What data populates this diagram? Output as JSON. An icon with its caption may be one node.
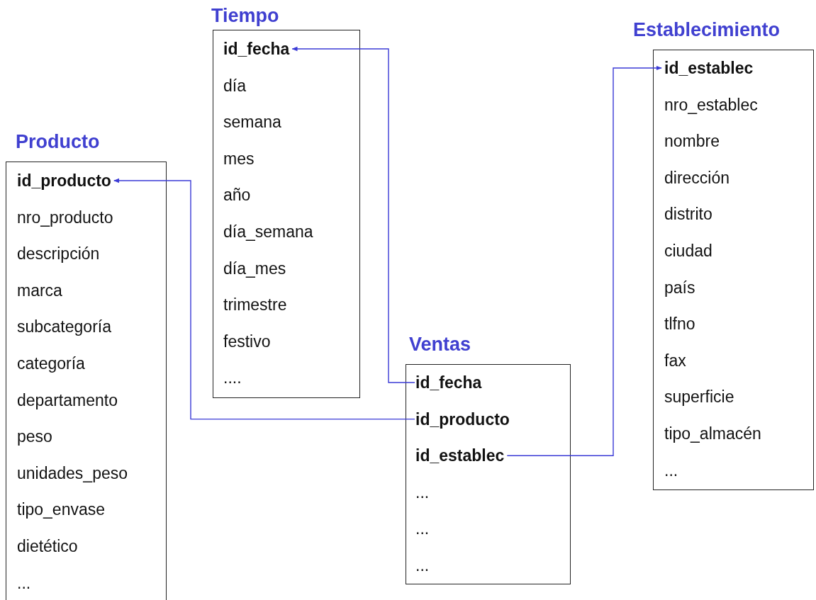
{
  "diagram": {
    "nodes": [
      {
        "text": [
          "Tiempo"
        ]
      },
      {
        "text": [
          "id_fecha"
        ],
        "in": 0
      },
      {
        "text": [
          "día"
        ],
        "in": 0
      },
      {
        "text": [
          "semana"
        ],
        "in": 0
      },
      {
        "text": [
          "mes"
        ],
        "in": 0
      },
      {
        "text": [
          "año"
        ],
        "in": 0
      },
      {
        "text": [
          "día_semana"
        ],
        "in": 0
      },
      {
        "text": [
          "día_mes"
        ],
        "in": 0
      },
      {
        "text": [
          "trimestre"
        ],
        "in": 0
      },
      {
        "text": [
          "festivo"
        ],
        "in": 0
      },
      {
        "text": [
          "...."
        ],
        "in": 0
      },
      {
        "text": [
          "Establecimiento"
        ]
      },
      {
        "text": [
          "id_establec"
        ],
        "in": 11
      },
      {
        "text": [
          "nro_establec"
        ],
        "in": 11
      },
      {
        "text": [
          "nombre"
        ],
        "in": 11
      },
      {
        "text": [
          "dirección"
        ],
        "in": 11
      },
      {
        "text": [
          "distrito"
        ],
        "in": 11
      },
      {
        "text": [
          "ciudad"
        ],
        "in": 11
      },
      {
        "text": [
          "país"
        ],
        "in": 11
      },
      {
        "text": [
          "tlfno"
        ],
        "in": 11
      },
      {
        "text": [
          "fax"
        ],
        "in": 11
      },
      {
        "text": [
          "superficie"
        ],
        "in": 11
      },
      {
        "text": [
          "tipo_almacén"
        ],
        "in": 11
      },
      {
        "text": [
          "..."
        ],
        "in": 11
      },
      {
        "text": [
          "Producto"
        ]
      },
      {
        "text": [
          "id_producto"
        ],
        "in": 24
      },
      {
        "text": [
          "nro_producto"
        ],
        "in": 24
      },
      {
        "text": [
          "descripción"
        ],
        "in": 24
      },
      {
        "text": [
          "marca"
        ],
        "in": 24
      },
      {
        "text": [
          "subcategoría"
        ],
        "in": 24
      },
      {
        "text": [
          "categoría"
        ],
        "in": 24
      },
      {
        "text": [
          "departamento"
        ],
        "in": 24
      },
      {
        "text": [
          "peso"
        ],
        "in": 24
      },
      {
        "text": [
          "unidades_peso"
        ],
        "in": 24
      },
      {
        "text": [
          "tipo_envase"
        ],
        "in": 24
      },
      {
        "text": [
          "dietético"
        ],
        "in": 24
      },
      {
        "text": [
          "..."
        ],
        "in": 24
      },
      {
        "text": [
          "Ventas"
        ]
      },
      {
        "text": [
          "id_fecha"
        ],
        "in": 37
      },
      {
        "text": [
          "id_producto"
        ],
        "in": 37
      },
      {
        "text": [
          "id_establec"
        ],
        "in": 37
      },
      {
        "text": [
          "..."
        ],
        "in": 37
      },
      {
        "text": [
          "..."
        ],
        "in": 37
      },
      {
        "text": [
          "..."
        ],
        "in": 37
      }
    ],
    "edges": [
      {
        "from": 38,
        "to": 1,
        "arrow": "to"
      },
      {
        "from": 39,
        "to": 25,
        "arrow": "to"
      },
      {
        "from": 40,
        "to": 12,
        "arrow": "to"
      }
    ]
  }
}
